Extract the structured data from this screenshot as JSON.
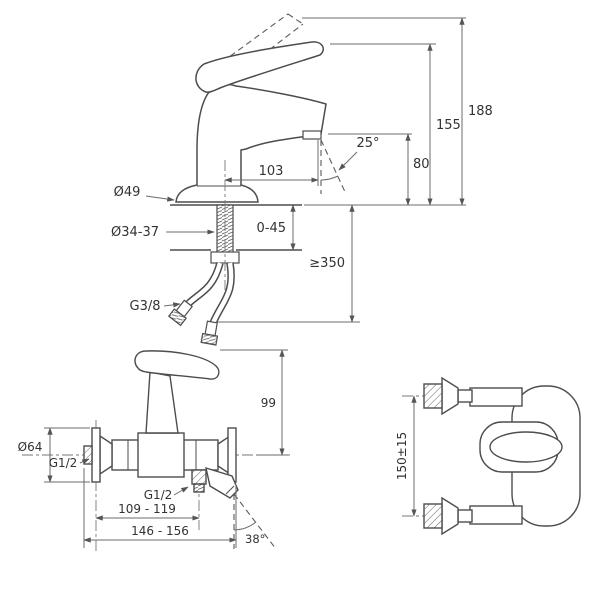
{
  "page": {
    "title": "Faucet dimension drawing",
    "background": "#ffffff"
  },
  "colors": {
    "line": "#4d4d4d",
    "dim_line": "#6b6b6b",
    "text": "#333333",
    "background": "#ffffff"
  },
  "basin_mixer": {
    "labels": {
      "height_total": "188",
      "height_lever": "155",
      "spout_height": "80",
      "spout_angle": "25°",
      "spout_reach": "103",
      "base_diameter": "Ø49",
      "hole_diameter": "Ø34-37",
      "deck_thickness": "0-45",
      "hose_length": "≥350",
      "inlet_thread": "G3/8"
    }
  },
  "bath_mixer_front": {
    "labels": {
      "escutcheon_diameter": "Ø64",
      "inlet_thread": "G1/2",
      "handle_height": "99",
      "outlet_thread": "G1/2",
      "center_distance": "109 - 119",
      "overall_width": "146 - 156",
      "spout_angle": "38°"
    }
  },
  "bath_mixer_side": {
    "labels": {
      "inlet_spacing": "150±15"
    }
  }
}
